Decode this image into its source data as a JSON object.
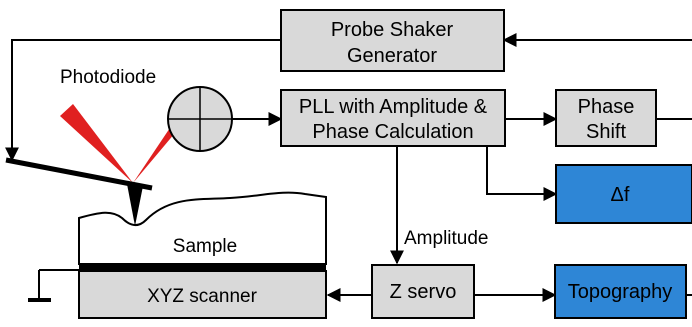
{
  "blocks": {
    "probe_shaker": {
      "line1": "Probe Shaker",
      "line2": "Generator"
    },
    "pll": {
      "line1": "PLL with Amplitude &",
      "line2": "Phase Calculation"
    },
    "phase_shift": {
      "line1": "Phase",
      "line2": "Shift"
    },
    "delta_f": {
      "label": "Δf"
    },
    "z_servo": {
      "label": "Z servo"
    },
    "topography": {
      "label": "Topography"
    },
    "xyz_scanner": {
      "label": "XYZ scanner"
    }
  },
  "labels": {
    "photodiode": "Photodiode",
    "sample": "Sample",
    "amplitude": "Amplitude"
  },
  "colors": {
    "block_fill": "#d9d9d9",
    "output_block_fill": "#2e86d6",
    "laser_beam": "#e02020"
  }
}
